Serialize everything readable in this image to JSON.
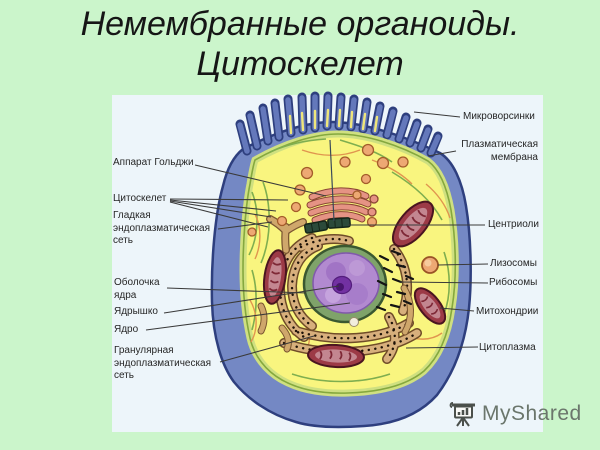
{
  "slide": {
    "background_color": "#cbf5cb",
    "title_lines": [
      "Немембранные органоиды.",
      "Цитоскелет"
    ]
  },
  "diagram": {
    "labels_left": [
      {
        "text": "Аппарат Гольджи"
      },
      {
        "text": "Цитоскелет"
      },
      {
        "text": "Гладкая эндоплазматическая сеть"
      },
      {
        "text": "Оболочка ядра"
      },
      {
        "text": "Ядрышко"
      },
      {
        "text": "Ядро"
      },
      {
        "text": "Гранулярная эндоплазматическая сеть"
      }
    ],
    "labels_right": [
      {
        "text": "Микроворсинки"
      },
      {
        "text": "Плазматическая мембрана"
      },
      {
        "text": "Центриоли"
      },
      {
        "text": "Лизосомы"
      },
      {
        "text": "Рибосомы"
      },
      {
        "text": "Митохондрии"
      },
      {
        "text": "Цитоплазма"
      }
    ],
    "colors": {
      "membrane_blue": "#7488c4",
      "membrane_outline": "#2e3f7e",
      "cytoplasm_yellow": "#f9f57f",
      "cortex_green": "#cfe080",
      "nuclear_envelope_green": "#7fa36a",
      "nucleus_purple": "#b28ad0",
      "nucleolus_purple": "#7231a2",
      "er_tan": "#d7af7c",
      "mitochondria_red": "#9c3a46",
      "golgi_salmon": "#e59384",
      "lysosome_orange": "#eda873"
    }
  },
  "watermark": {
    "text": "MyShared"
  }
}
